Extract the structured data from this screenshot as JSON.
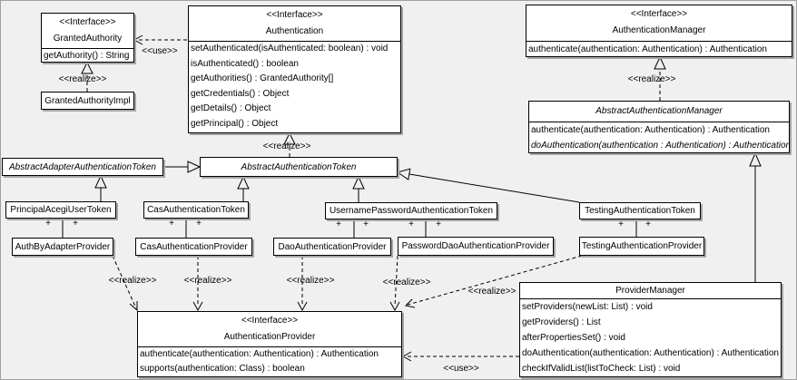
{
  "diagram": {
    "labels": {
      "use": "<<use>>",
      "realize": "<<realize>>",
      "plus": "+",
      "interface_stereotype": "<<Interface>>"
    },
    "colors": {
      "background": "#f0f0f0",
      "box_fill": "#ffffff",
      "line": "#000000",
      "shadow": "#a6a6a6"
    },
    "classes": {
      "granted_authority": {
        "stereotype": "<<Interface>>",
        "name": "GrantedAuthority",
        "methods": [
          "getAuthority() : String"
        ]
      },
      "granted_authority_impl": {
        "name": "GrantedAuthorityImpl"
      },
      "authentication": {
        "stereotype": "<<Interface>>",
        "name": "Authentication",
        "methods": [
          "setAuthenticated(isAuthenticated: boolean) : void",
          "isAuthenticated() : boolean",
          "getAuthorities() : GrantedAuthority[]",
          "getCredentials() : Object",
          "getDetails() : Object",
          "getPrincipal() : Object"
        ]
      },
      "authentication_manager": {
        "stereotype": "<<Interface>>",
        "name": "AuthenticationManager",
        "methods": [
          "authenticate(authentication: Authentication) : Authentication"
        ]
      },
      "abstract_authentication_manager": {
        "name": "AbstractAuthenticationManager",
        "methods": [
          "authenticate(authentication: Authentication) : Authentication",
          "doAuthentication(authentication : Authentication) : Authentication"
        ]
      },
      "abstract_adapter_authentication_token": {
        "name": "AbstractAdapterAuthenticationToken"
      },
      "abstract_authentication_token": {
        "name": "AbstractAuthenticationToken"
      },
      "principal_acegi_user_token": {
        "name": "PrincipalAcegiUserToken"
      },
      "cas_authentication_token": {
        "name": "CasAuthenticationToken"
      },
      "username_password_authentication_token": {
        "name": "UsernamePasswordAuthenticationToken"
      },
      "testing_authentication_token": {
        "name": "TestingAuthenticationToken"
      },
      "auth_by_adapter_provider": {
        "name": "AuthByAdapterProvider"
      },
      "cas_authentication_provider": {
        "name": "CasAuthenticationProvider"
      },
      "dao_authentication_provider": {
        "name": "DaoAuthenticationProvider"
      },
      "password_dao_authentication_provider": {
        "name": "PasswordDaoAuthenticationProvider"
      },
      "testing_authentication_provider": {
        "name": "TestingAuthenticationProvider"
      },
      "authentication_provider": {
        "stereotype": "<<Interface>>",
        "name": "AuthenticationProvider",
        "methods": [
          "authenticate(authentication: Authentication) : Authentication",
          "supports(authentication: Class) : boolean"
        ]
      },
      "provider_manager": {
        "name": "ProviderManager",
        "methods": [
          "setProviders(newList: List) : void",
          "getProviders() : List",
          "afterPropertiesSet() : void",
          "doAuthentication(authentication: Authentication) : Authentication",
          "checkIfValidList(listToCheck: List) : void"
        ]
      }
    }
  }
}
